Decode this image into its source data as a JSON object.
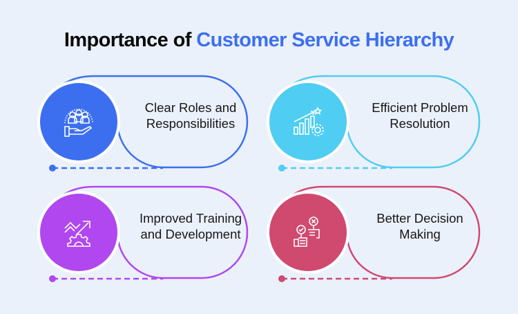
{
  "title": {
    "prefix": "Importance of ",
    "highlight": "Customer Service Hierarchy",
    "highlight_color": "#3c6ff0"
  },
  "cards": [
    {
      "label_line1": "Clear Roles and",
      "label_line2": "Responsibilities",
      "color": "#3c6ff0",
      "icon": "team-hand-icon"
    },
    {
      "label_line1": "Efficient Problem",
      "label_line2": "Resolution",
      "color": "#4fcdf2",
      "icon": "growth-chart-gear-icon"
    },
    {
      "label_line1": "Improved Training",
      "label_line2": "and Development",
      "color": "#b047ef",
      "icon": "growth-arrow-gear-icon"
    },
    {
      "label_line1": "Better Decision",
      "label_line2": "Making",
      "color": "#d0496f",
      "icon": "decision-hands-icon"
    }
  ]
}
